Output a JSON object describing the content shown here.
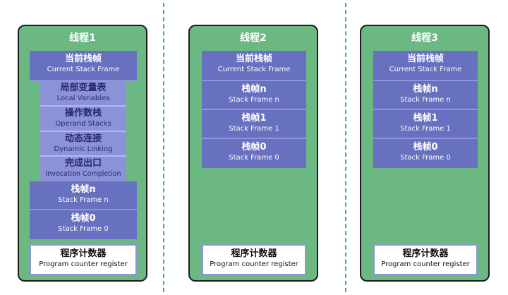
{
  "colors": {
    "thread_bg": "#6cb883",
    "frame_bg": "#6870c0",
    "inner_bg": "#8c92d8",
    "divider": "#3aa6c8",
    "pc_bg": "#ffffff"
  },
  "threads": [
    {
      "title": "线程1",
      "current_frame": {
        "zh": "当前栈帧",
        "en": "Current Stack Frame"
      },
      "frame_contents": [
        {
          "zh": "局部变量表",
          "en": "Local Variables"
        },
        {
          "zh": "操作数栈",
          "en": "Operand Stacks"
        },
        {
          "zh": "动态连接",
          "en": "Dynamic Linking"
        },
        {
          "zh": "完成出口",
          "en": "Invocation Completion"
        }
      ],
      "frames": [
        {
          "zh": "栈帧n",
          "en": "Stack Frame n"
        },
        {
          "zh": "栈帧0",
          "en": "Stack Frame 0"
        }
      ],
      "pc_register": {
        "zh": "程序计数器",
        "en": "Program counter register"
      }
    },
    {
      "title": "线程2",
      "current_frame": {
        "zh": "当前栈帧",
        "en": "Current Stack Frame"
      },
      "frames": [
        {
          "zh": "栈帧n",
          "en": "Stack Frame n"
        },
        {
          "zh": "栈帧1",
          "en": "Stack Frame 1"
        },
        {
          "zh": "栈帧0",
          "en": "Stack Frame 0"
        }
      ],
      "pc_register": {
        "zh": "程序计数器",
        "en": "Program counter register"
      }
    },
    {
      "title": "线程3",
      "current_frame": {
        "zh": "当前栈帧",
        "en": "Current Stack Frame"
      },
      "frames": [
        {
          "zh": "栈帧n",
          "en": "Stack Frame n"
        },
        {
          "zh": "栈帧1",
          "en": "Stack Frame 1"
        },
        {
          "zh": "栈帧0",
          "en": "Stack Frame 0"
        }
      ],
      "pc_register": {
        "zh": "程序计数器",
        "en": "Program counter register"
      }
    }
  ]
}
